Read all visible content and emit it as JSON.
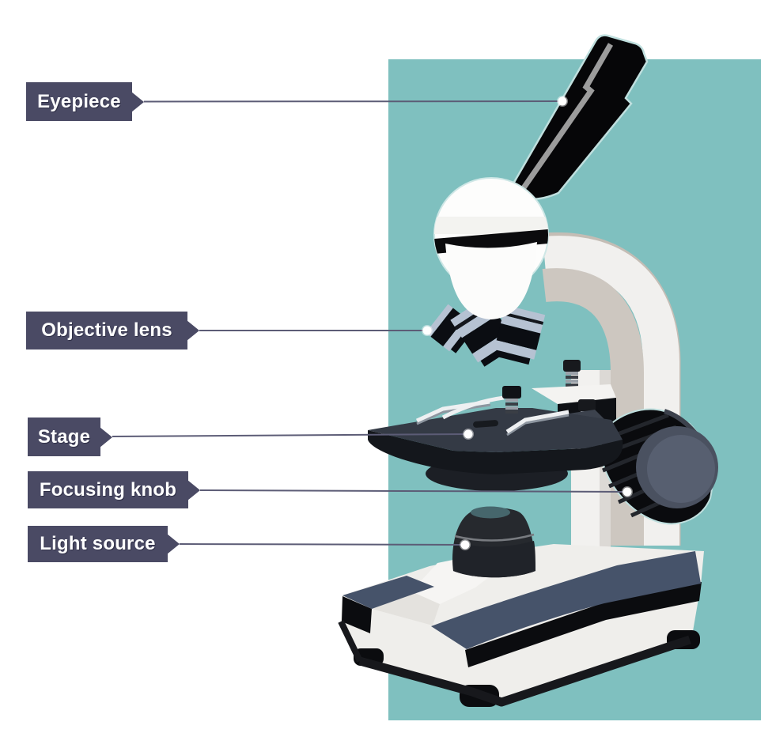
{
  "diagram": {
    "subject": "microscope",
    "labels": [
      {
        "text": "Eyepiece"
      },
      {
        "text": "Objective lens"
      },
      {
        "text": "Stage"
      },
      {
        "text": "Focusing knob"
      },
      {
        "text": "Light source"
      }
    ]
  },
  "colors": {
    "panel_teal": "#7fc0bf",
    "label_bg": "#4a4a64",
    "label_text": "#ffffff",
    "leader_line": "#5c5c76",
    "marker_dot": "#ffffff",
    "base_slate": "#46536a",
    "illustration_black": "#0b0c0f",
    "arm_white": "#f1f0ee",
    "arm_shadow": "#cdc7c0",
    "silver_band": "#b6c2d2"
  }
}
